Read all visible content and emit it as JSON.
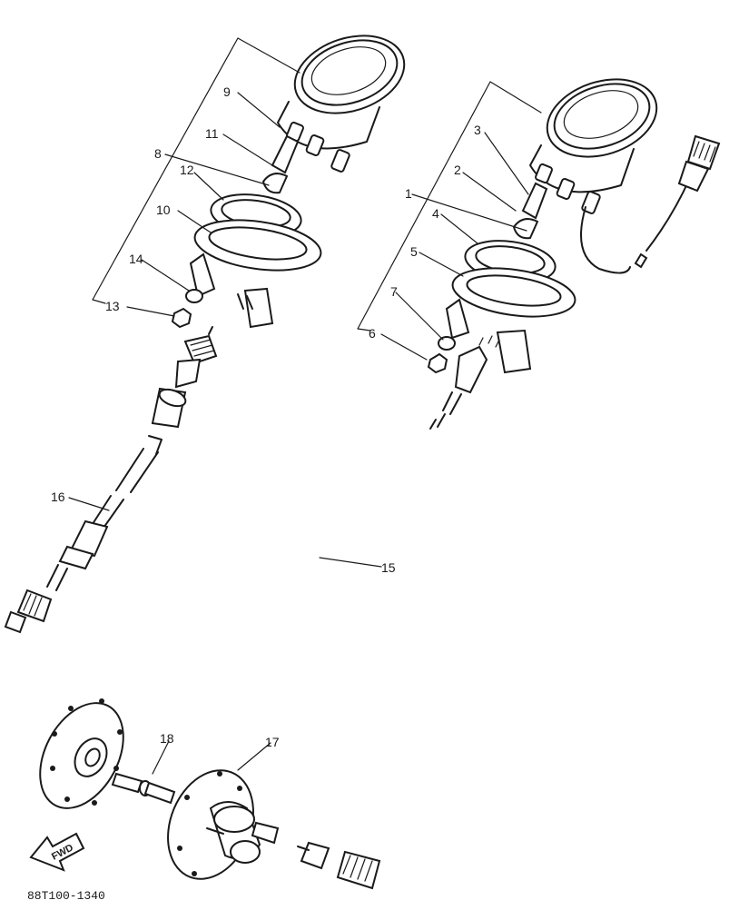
{
  "diagram": {
    "part_numbers": [
      "1",
      "2",
      "3",
      "4",
      "5",
      "6",
      "7",
      "8",
      "9",
      "10",
      "11",
      "12",
      "13",
      "14",
      "15",
      "16",
      "17",
      "18"
    ],
    "direction_label": "FWD",
    "drawing_code": "88T100-1340"
  }
}
